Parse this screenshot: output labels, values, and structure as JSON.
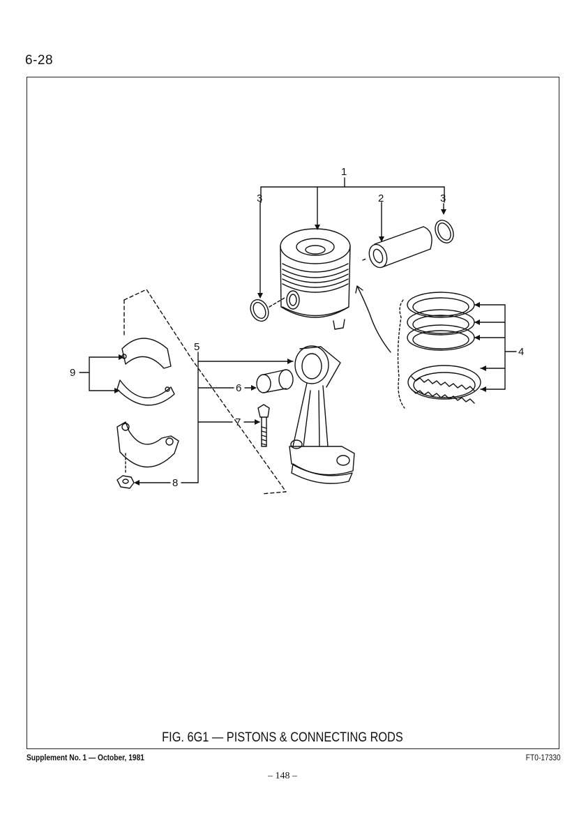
{
  "header": {
    "page_number": "6-28"
  },
  "figure": {
    "caption": "FIG. 6G1 — PISTONS & CONNECTING RODS",
    "callouts": [
      "1",
      "2",
      "3",
      "3",
      "4",
      "5",
      "6",
      "7",
      "8",
      "9"
    ]
  },
  "footer": {
    "supplement": "Supplement No. 1 — October, 1981",
    "code": "FT0-17330",
    "folio": "– 148 –"
  }
}
